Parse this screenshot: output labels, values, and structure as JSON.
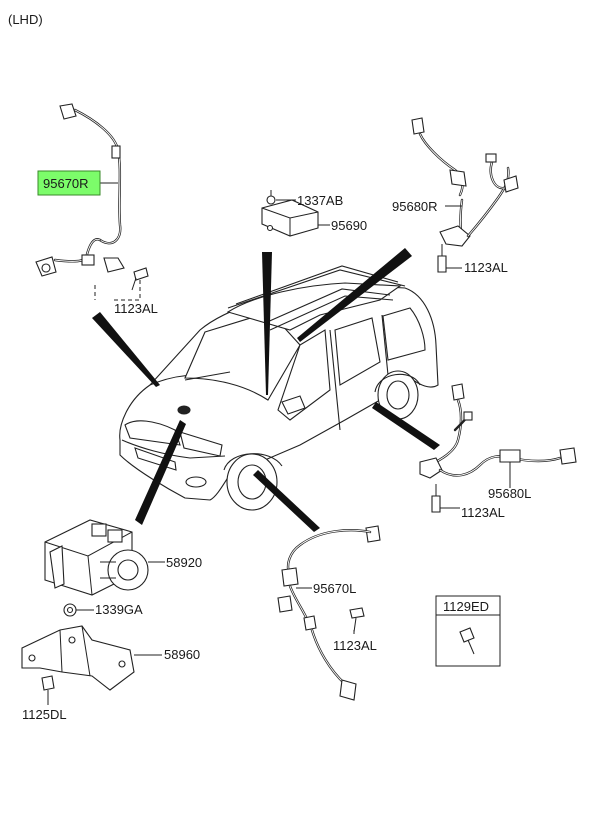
{
  "header": {
    "drive_type": "(LHD)"
  },
  "highlight_color": "#7CFC6A",
  "labels": {
    "p95670R": "95670R",
    "p1123AL_a": "1123AL",
    "p1337AB": "1337AB",
    "p95690": "95690",
    "p95680R": "95680R",
    "p1123AL_b": "1123AL",
    "p95680L": "95680L",
    "p1123AL_c": "1123AL",
    "p58920": "58920",
    "p1339GA": "1339GA",
    "p58960": "58960",
    "p1125DL": "1125DL",
    "p95670L": "95670L",
    "p1123AL_d": "1123AL",
    "p1129ED": "1129ED"
  }
}
